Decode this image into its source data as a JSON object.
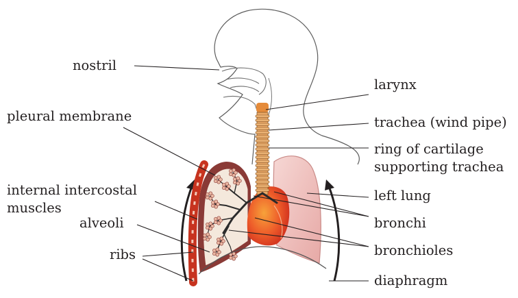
{
  "diagram": {
    "labels": {
      "nostril": "nostril",
      "larynx": "larynx",
      "pleural_membrane": "pleural membrane",
      "trachea": "trachea (wind pipe)",
      "ring_line1": "ring of cartilage",
      "ring_line2": "supporting trachea",
      "intercostal_line1": "internal intercostal",
      "intercostal_line2": "muscles",
      "left_lung": "left lung",
      "alveoli": "alveoli",
      "bronchi": "bronchi",
      "ribs": "ribs",
      "bronchioles": "bronchioles",
      "diaphragm": "diaphragm"
    },
    "colors": {
      "lung_left": "#f1c9c7",
      "lung_left_edge": "#d89a97",
      "pleural": "#8a3a36",
      "heart": "#ea5a2a",
      "trachea": "#e6a060",
      "rib": "#c7331f",
      "outline": "#231f20"
    }
  }
}
